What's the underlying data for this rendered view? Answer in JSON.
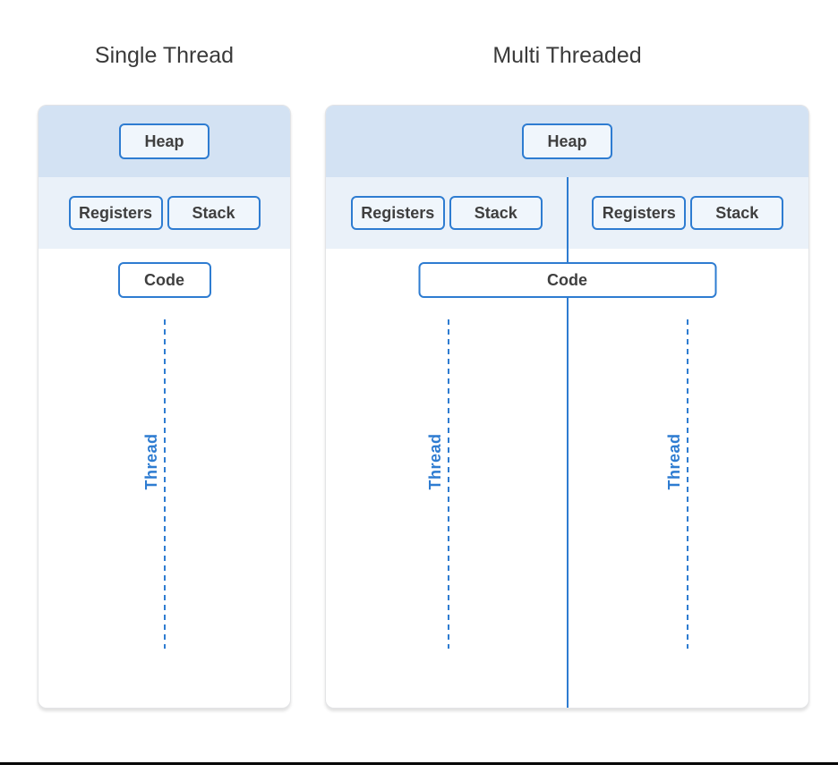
{
  "colors": {
    "accent_blue": "#2e7cd1",
    "heap_band_fill": "#d3e2f3",
    "registers_band_fill": "#eaf1f9",
    "box_fill": "#f0f6fc",
    "code_box_fill": "#ffffff",
    "label_text": "#3f3f3f",
    "title_text": "#3a3a3a",
    "bottom_rule": "#000000"
  },
  "single": {
    "title": "Single Thread",
    "heap_label": "Heap",
    "registers_label": "Registers",
    "stack_label": "Stack",
    "code_label": "Code",
    "thread_label": "Thread"
  },
  "multi": {
    "title": "Multi Threaded",
    "heap_label": "Heap",
    "code_label": "Code",
    "groups": [
      {
        "registers_label": "Registers",
        "stack_label": "Stack",
        "thread_label": "Thread"
      },
      {
        "registers_label": "Registers",
        "stack_label": "Stack",
        "thread_label": "Thread"
      }
    ]
  }
}
